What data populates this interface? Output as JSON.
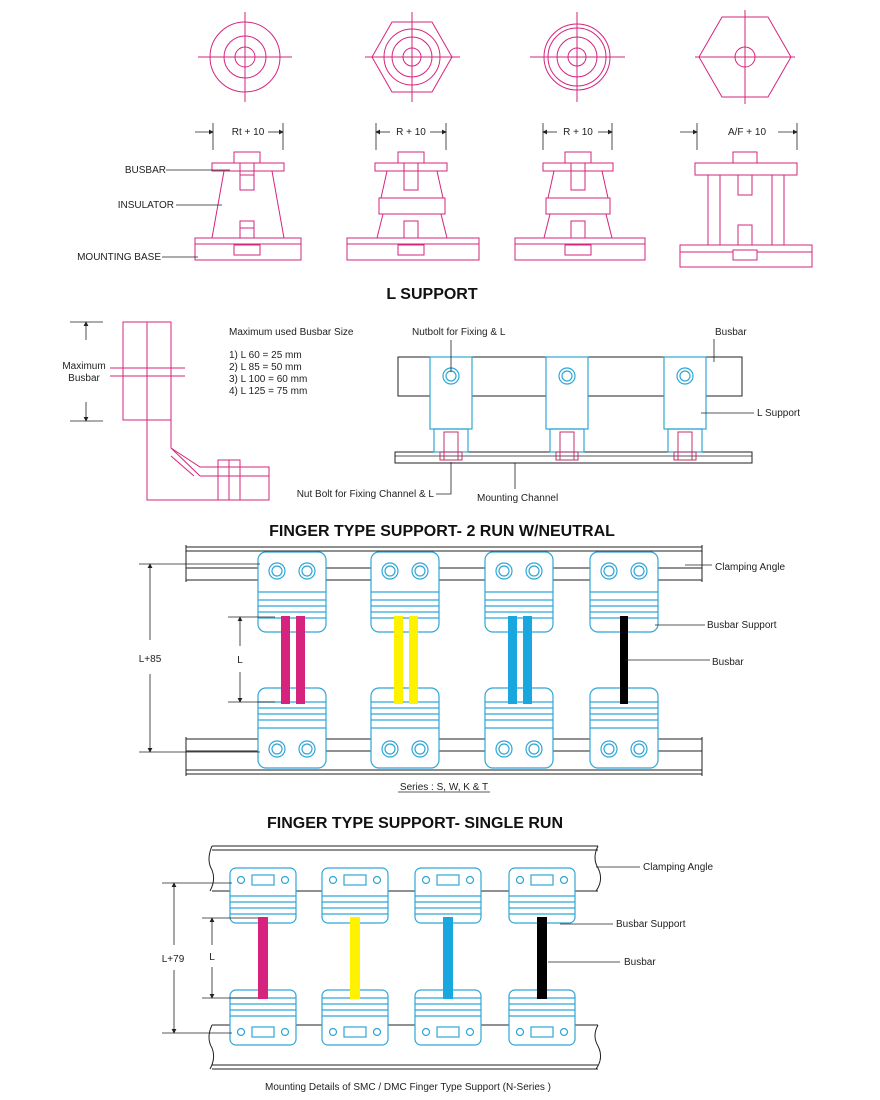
{
  "colors": {
    "magenta": "#d6247e",
    "yellow": "#fff200",
    "cyan": "#1aa7e0",
    "black": "#000000",
    "outline": "#2ea6d6"
  },
  "top_section": {
    "dims": [
      "Rt + 10",
      "R + 10",
      "R + 10",
      "A/F + 10"
    ],
    "labels": {
      "busbar": "BUSBAR",
      "insulator": "INSULATOR",
      "mounting_base": "MOUNTING BASE"
    }
  },
  "l_support": {
    "title": "L SUPPORT",
    "max_busbar": [
      "Maximum",
      "Busbar"
    ],
    "size_title": "Maximum used Busbar Size",
    "sizes": [
      "1) L 60   = 25 mm",
      "2) L 85   = 50 mm",
      "3) L 100 = 60 mm",
      "4) L 125 = 75 mm"
    ],
    "nutbolt_label": "Nutbolt for Fixing & L",
    "busbar_label": "Busbar",
    "l_support_label": "L Support",
    "nutbolt_channel_label": "Nut Bolt for Fixing Channel & L",
    "channel_label": "Mounting Channel"
  },
  "finger_2run": {
    "title": "FINGER TYPE SUPPORT- 2 RUN W/NEUTRAL",
    "clamping_angle": "Clamping Angle",
    "busbar_support": "Busbar Support",
    "busbar": "Busbar",
    "dim_outer": "L+85",
    "dim_inner": "L",
    "series": "Series : S, W, K & T"
  },
  "finger_single": {
    "title": "FINGER TYPE SUPPORT- SINGLE RUN",
    "clamping_angle": "Clamping Angle",
    "busbar_support": "Busbar Support",
    "busbar": "Busbar",
    "dim_outer": "L+79",
    "dim_inner": "L",
    "caption": "Mounting Details of  SMC / DMC Finger Type Support (N-Series )"
  }
}
